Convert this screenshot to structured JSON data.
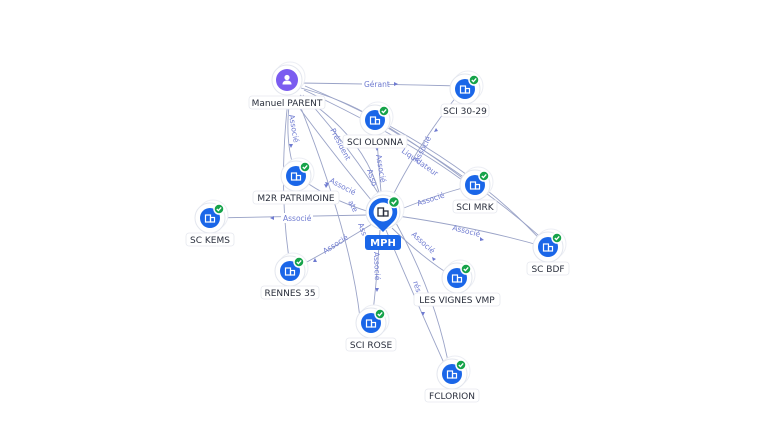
{
  "graph": {
    "center": {
      "id": "mph",
      "label": "MPH",
      "icon": "company-icon",
      "verified": true
    },
    "nodes": [
      {
        "id": "parent",
        "label": "Manuel PARENT",
        "icon": "person-icon",
        "color": "#7b5cf0",
        "verified": false
      },
      {
        "id": "sci3029",
        "label": "SCI 30-29",
        "icon": "company-icon",
        "verified": true
      },
      {
        "id": "olonna",
        "label": "SCI OLONNA",
        "icon": "company-icon",
        "verified": true
      },
      {
        "id": "m2r",
        "label": "M2R PATRIMOINE",
        "icon": "company-icon",
        "verified": true
      },
      {
        "id": "mrk",
        "label": "SCI MRK",
        "icon": "company-icon",
        "verified": true
      },
      {
        "id": "kems",
        "label": "SC KEMS",
        "icon": "company-icon",
        "verified": true
      },
      {
        "id": "bdf",
        "label": "SC BDF",
        "icon": "company-icon",
        "verified": true
      },
      {
        "id": "rennes",
        "label": "RENNES 35",
        "icon": "company-icon",
        "verified": true
      },
      {
        "id": "vignes",
        "label": "LES VIGNES VMP",
        "icon": "company-icon",
        "verified": true
      },
      {
        "id": "rose",
        "label": "SCI ROSE",
        "icon": "company-icon",
        "verified": true
      },
      {
        "id": "fclorion",
        "label": "FCLORION",
        "icon": "company-icon",
        "verified": true
      }
    ],
    "edge_labels": {
      "gerant": "Gérant",
      "associe": "Associé",
      "president": "Président",
      "liquidateur": "Liquidateur",
      "associe_trunc": "Asso",
      "partial_ass": "Ass",
      "partial_ate": "ate",
      "partial_res": "rés"
    }
  }
}
